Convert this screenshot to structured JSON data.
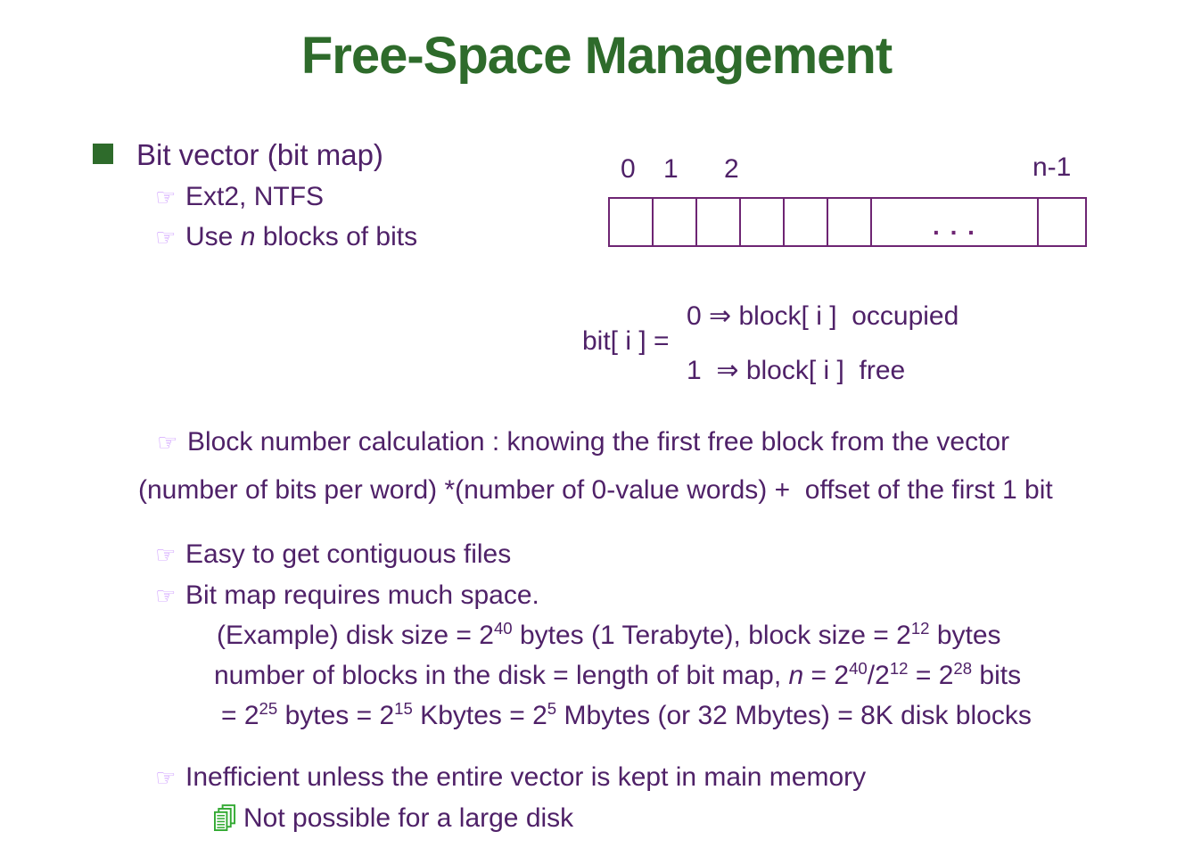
{
  "colors": {
    "title_green": "#2E6B2B",
    "bullet_green": "#2E6B2B",
    "text_purple": "#4F2168",
    "hand_purple": "#CC99FF",
    "diagram_purple": "#6E2573",
    "doc_green": "#33AA33"
  },
  "icons": {
    "hand_bullet": "☞"
  },
  "title": "Free-Space Management",
  "bit_vector": {
    "heading": "Bit vector (bit map)",
    "sub_items": [
      {
        "text": [
          {
            "t": "Ext2, NTFS"
          }
        ]
      },
      {
        "text": [
          {
            "t": "Use "
          },
          {
            "i": "n"
          },
          {
            "t": " blocks of bits"
          }
        ]
      }
    ]
  },
  "diagram": {
    "index_labels": {
      "i0": "0",
      "i1": "1",
      "i2": "2",
      "last": "n-1"
    },
    "ellipsis": ". . ."
  },
  "bit_definition": {
    "lhs": "bit[ i ] =",
    "occupied": "0 ⇒ block[ i ]  occupied",
    "free": "1  ⇒ block[ i ]  free"
  },
  "notes": {
    "block_calc": "Block number calculation : knowing the first free block from the vector",
    "block_calc_formula": "(number of bits per word) *(number of 0-value words) +  offset of the first 1 bit",
    "easy": "Easy to get contiguous files",
    "bitmap_space": "Bit map requires much space.",
    "example_lines": [
      [
        {
          "t": "(Example) disk size = 2"
        },
        {
          "sup": "40"
        },
        {
          "t": " bytes (1 Terabyte), block size = 2"
        },
        {
          "sup": "12"
        },
        {
          "t": " bytes"
        }
      ],
      [
        {
          "t": "number of blocks in the disk = length of bit map, "
        },
        {
          "i": "n"
        },
        {
          "t": " = 2"
        },
        {
          "sup": "40"
        },
        {
          "t": "/2"
        },
        {
          "sup": "12"
        },
        {
          "t": " = 2"
        },
        {
          "sup": "28"
        },
        {
          "t": " bits"
        }
      ],
      [
        {
          "t": "= 2"
        },
        {
          "sup": "25"
        },
        {
          "t": " bytes = 2"
        },
        {
          "sup": "15"
        },
        {
          "t": " Kbytes = 2"
        },
        {
          "sup": "5"
        },
        {
          "t": " Mbytes (or 32 Mbytes) = 8K disk blocks"
        }
      ]
    ],
    "inefficient": "Inefficient unless the entire vector is kept in main memory",
    "not_possible": "Not possible for a large disk"
  }
}
